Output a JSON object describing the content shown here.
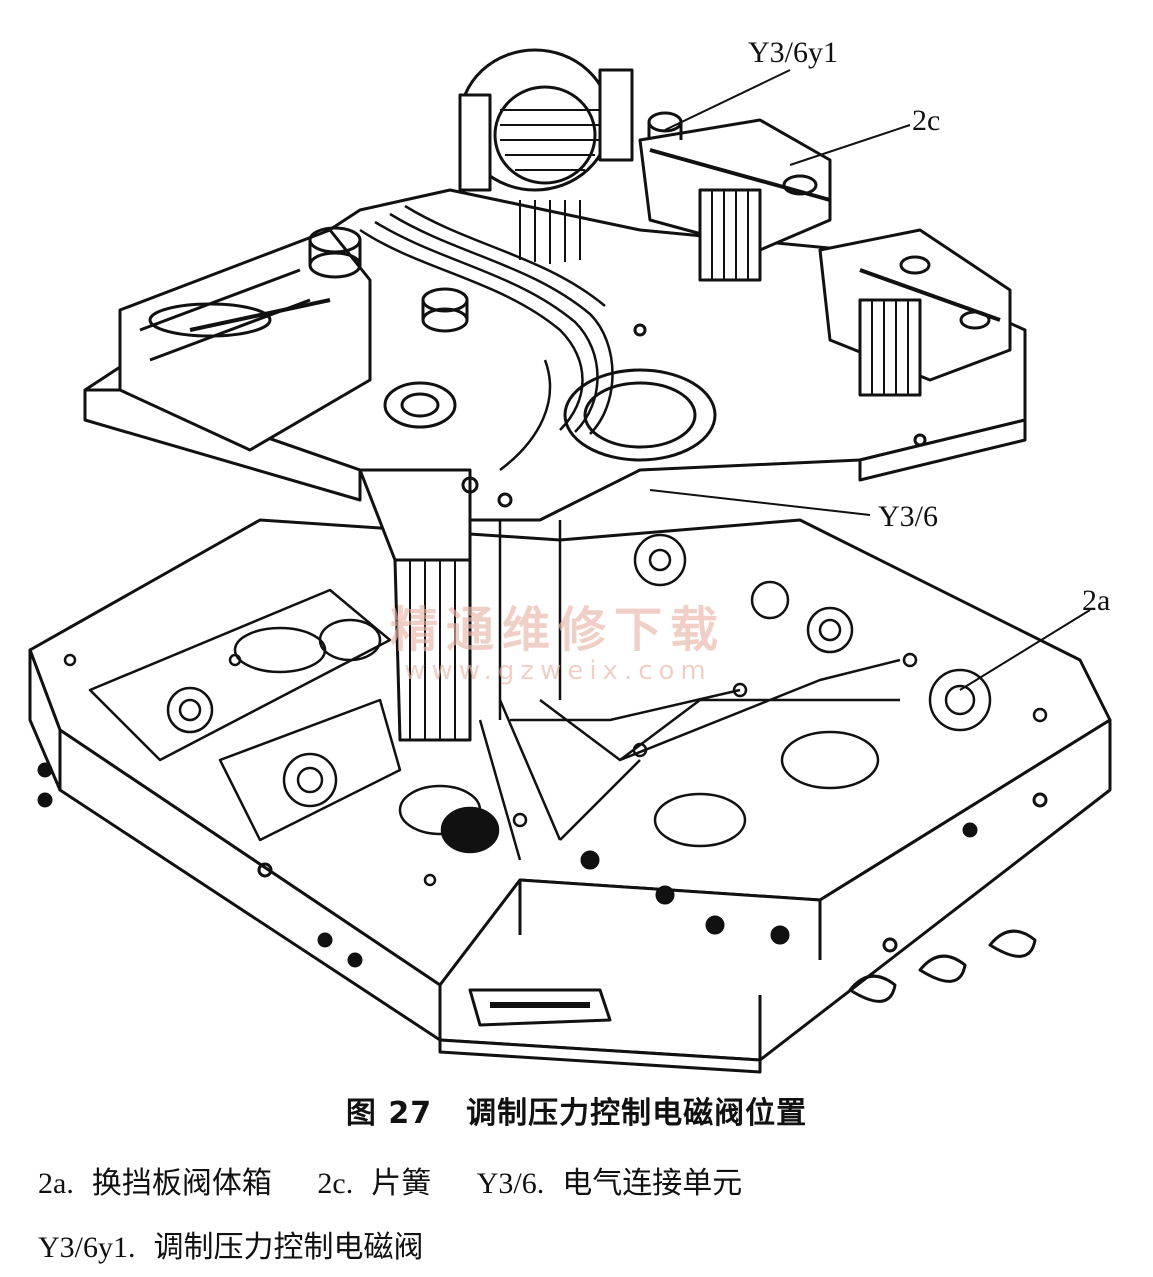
{
  "callouts": {
    "y36y1": "Y3/6y1",
    "c2": "2c",
    "y36": "Y3/6",
    "a2": "2a"
  },
  "caption": {
    "number": "图 27",
    "title": "调制压力控制电磁阀位置"
  },
  "legend": {
    "line1": [
      {
        "code": "2a.",
        "text": "换挡板阀体箱"
      },
      {
        "code": "2c.",
        "text": "片簧"
      },
      {
        "code": "Y3/6.",
        "text": "电气连接单元"
      }
    ],
    "line2": [
      {
        "code": "Y3/6y1.",
        "text": "调制压力控制电磁阀"
      }
    ]
  },
  "watermark": {
    "cn": "精通维修下载",
    "url": "www.gzweix.com"
  },
  "colors": {
    "ink": "#111111",
    "watermark": "#e9b7a8",
    "background": "#ffffff"
  }
}
